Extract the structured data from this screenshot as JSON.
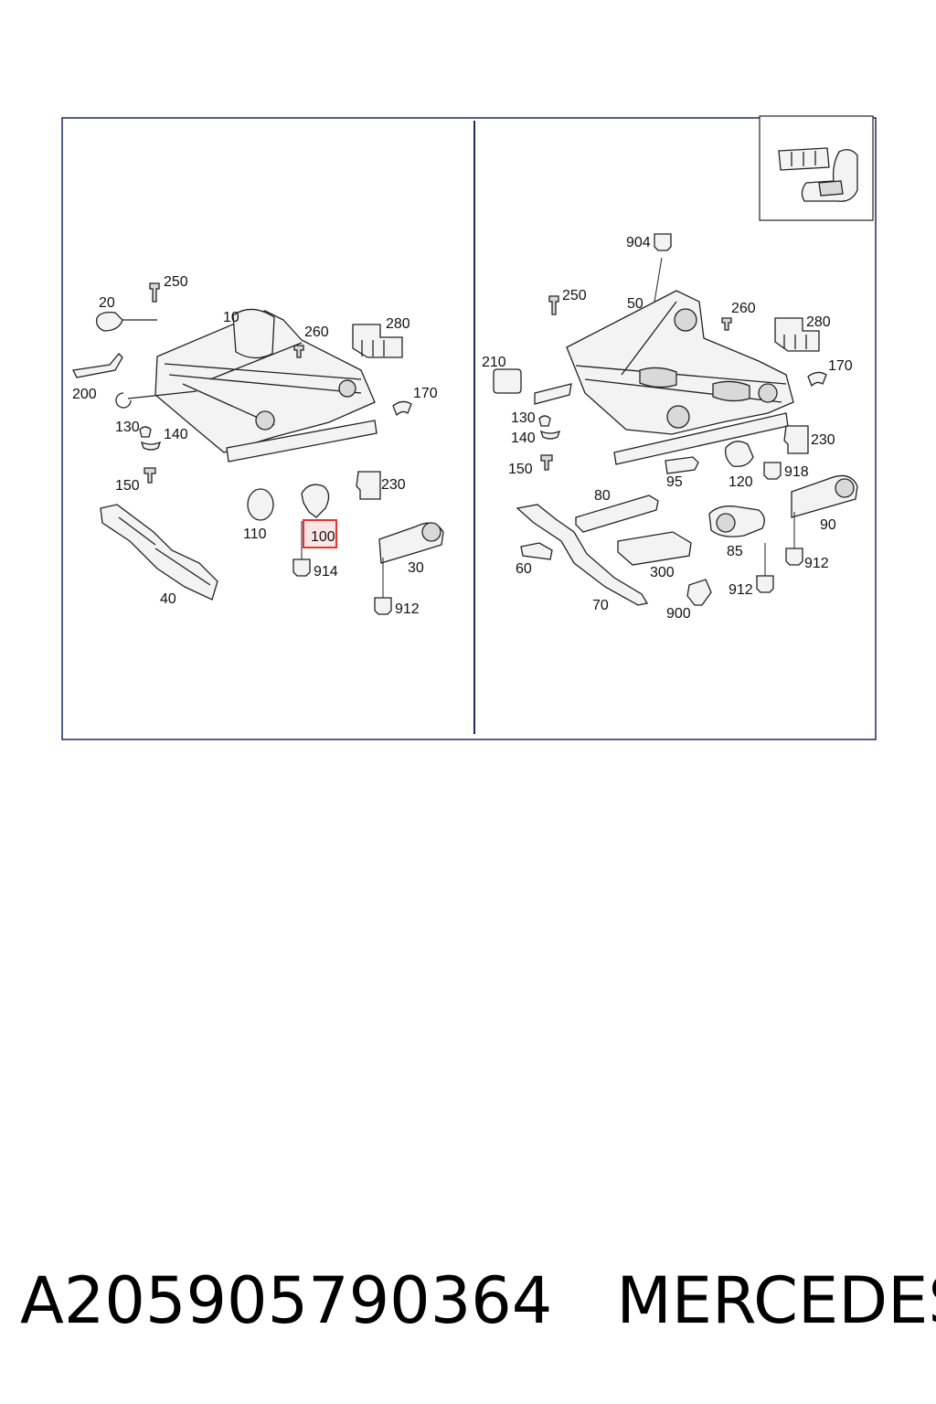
{
  "diagram": {
    "left_panel": {
      "callouts": [
        "250",
        "20",
        "10",
        "260",
        "280",
        "200",
        "170",
        "130",
        "140",
        "150",
        "230",
        "110",
        "100",
        "914",
        "30",
        "912",
        "40"
      ],
      "highlighted_callout": "100",
      "highlight_color": "#e8332d"
    },
    "right_panel": {
      "callouts": [
        "904",
        "250",
        "50",
        "260",
        "280",
        "210",
        "170",
        "130",
        "140",
        "150",
        "230",
        "95",
        "120",
        "918",
        "80",
        "90",
        "60",
        "300",
        "85",
        "912",
        "912",
        "70",
        "900"
      ]
    },
    "colors": {
      "frame": "#1b2a63",
      "line": "#222222"
    }
  },
  "caption": {
    "part_number": "A205905790364",
    "brand": "MERCEDES"
  }
}
